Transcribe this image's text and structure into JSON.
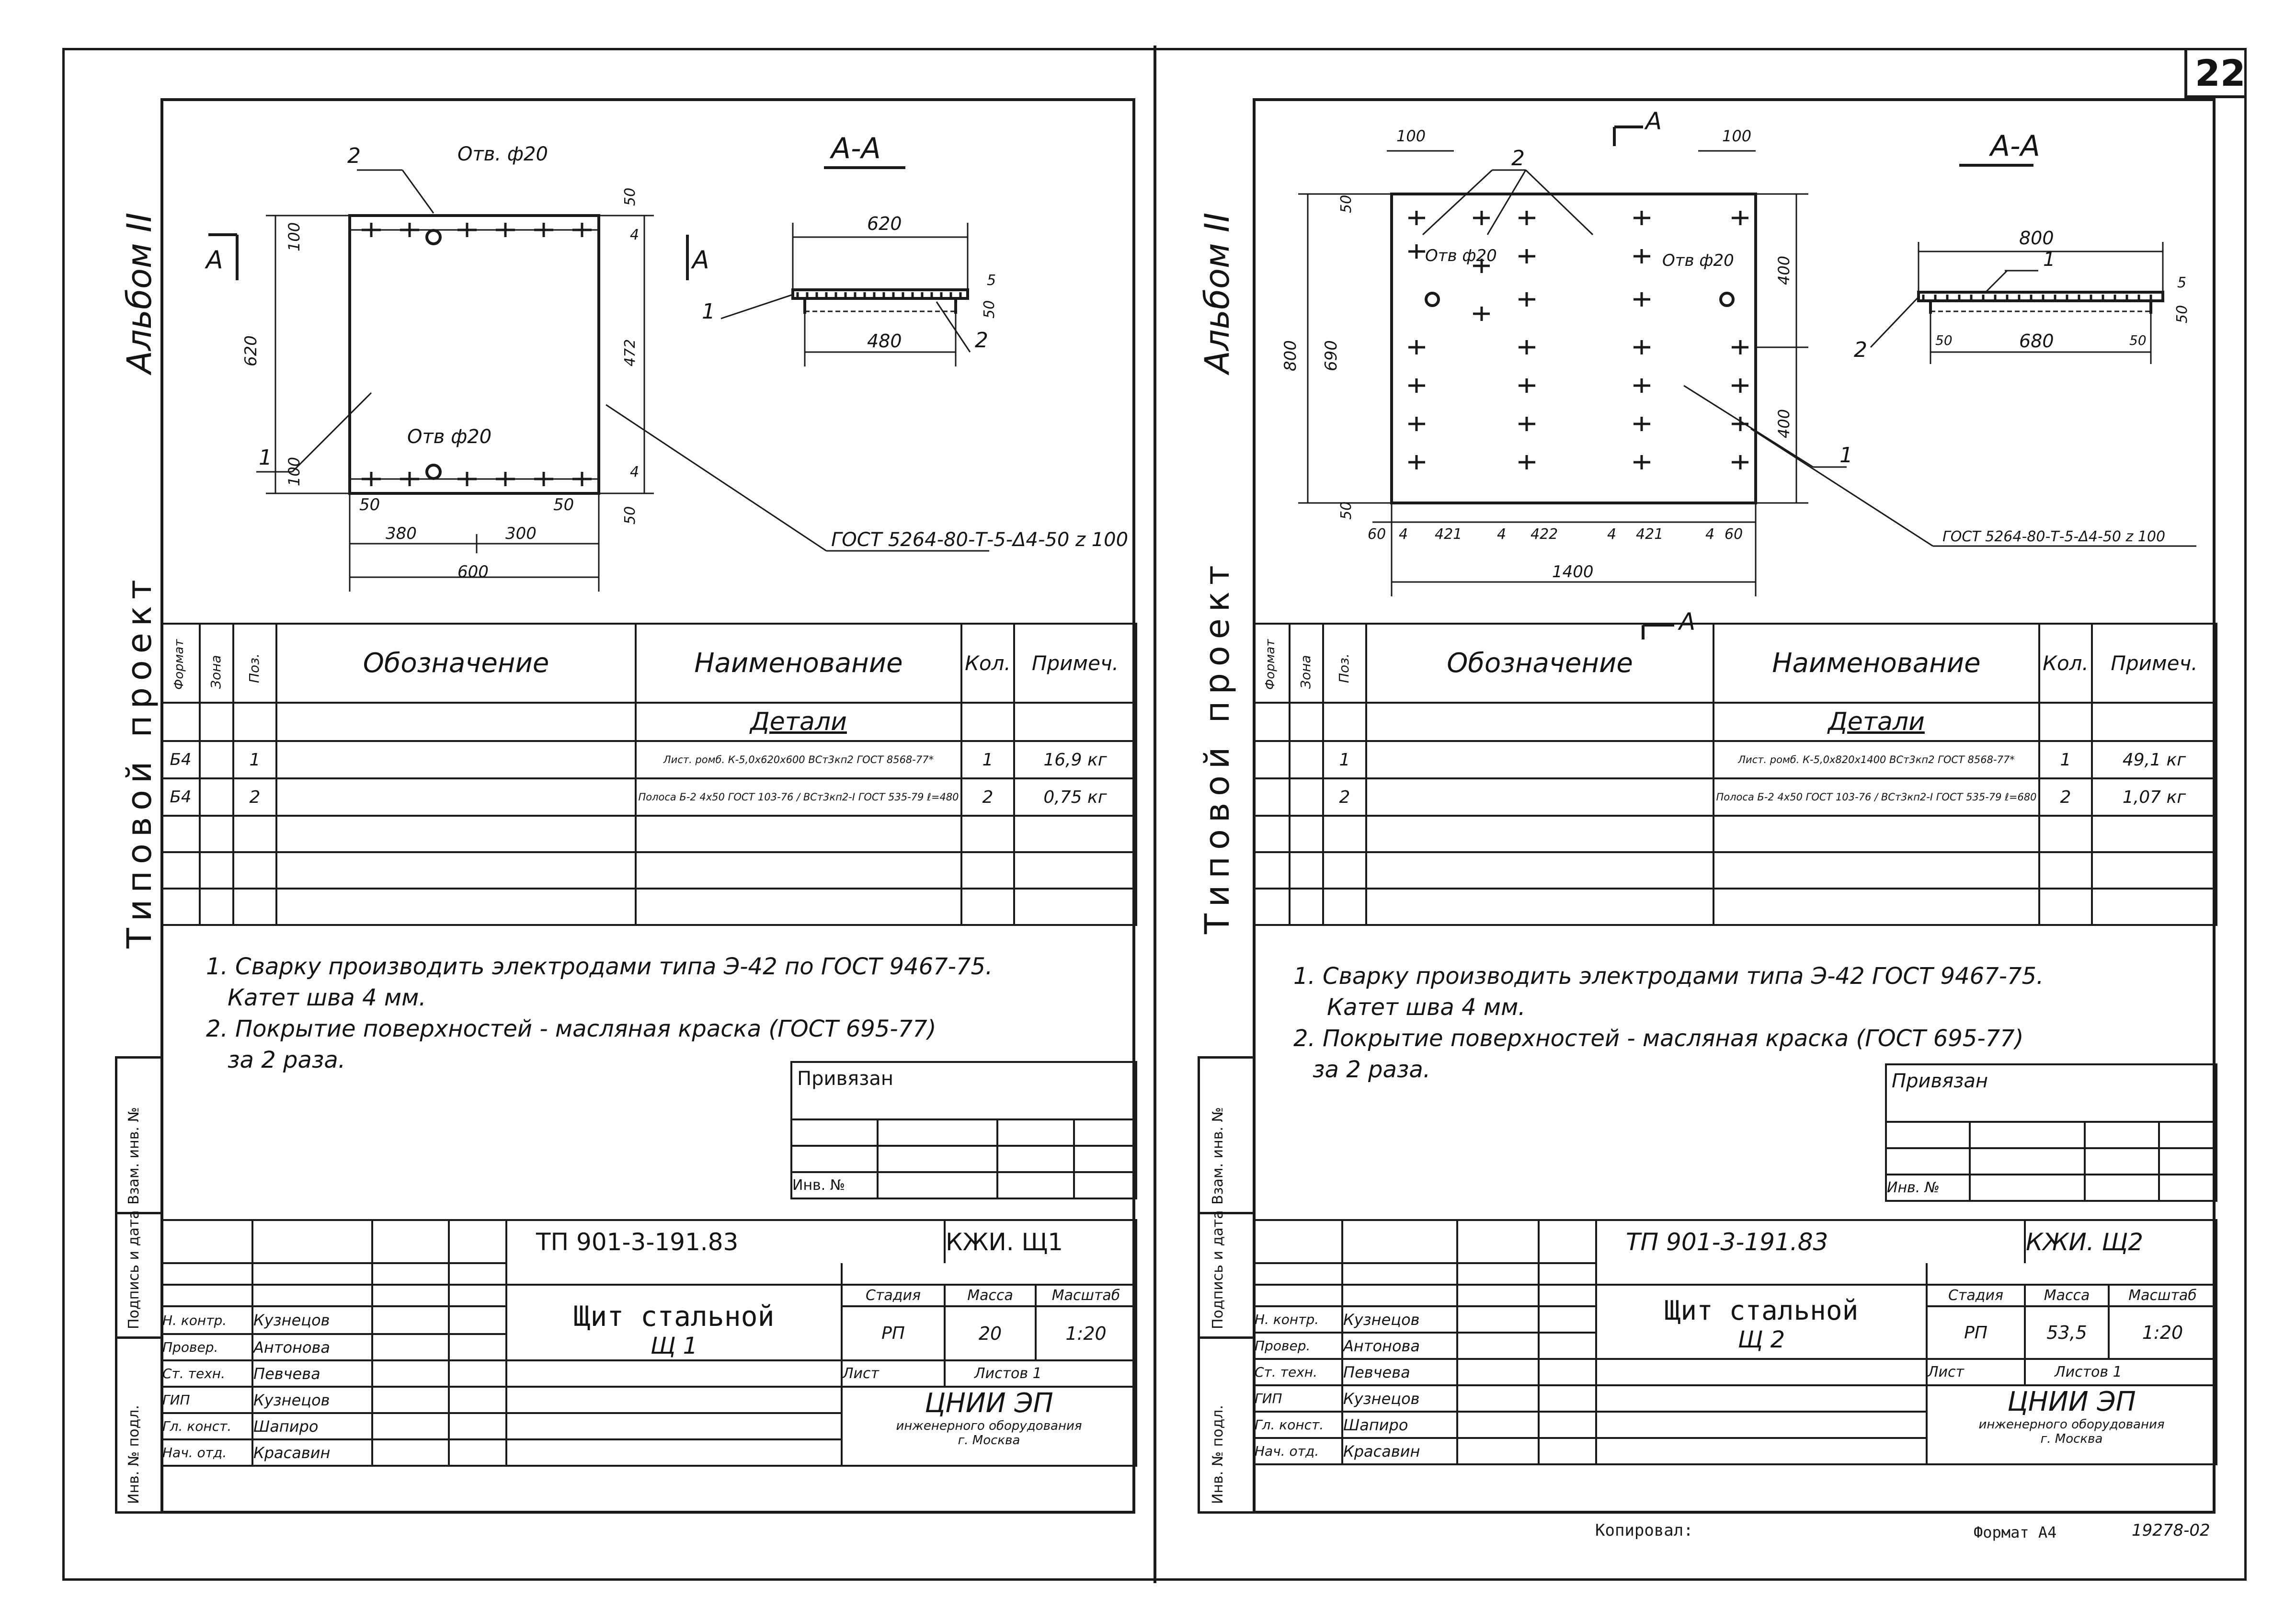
{
  "page_number": "22",
  "album_label": "Альбом II",
  "project_label": "Типовой проект",
  "left_margin_labels": [
    "Инв. № подл.",
    "Подпись и дата",
    "Взам. инв. №"
  ],
  "sheets": [
    {
      "drawing": {
        "section_label": "А-А",
        "cut_mark": "А",
        "pos1": "1",
        "pos2": "2",
        "hole_label_top": "Отв. ф20",
        "hole_label_bottom": "Отв ф20",
        "dims": {
          "top_edge": "50",
          "d100a": "100",
          "height": "620",
          "d100b": "100",
          "side4a": "4",
          "side472": "472",
          "side4b": "4",
          "bottom50": "50",
          "left50": "50",
          "right50": "50",
          "d380": "380",
          "d300": "300",
          "width": "600",
          "section_width": "620",
          "section_inner": "480",
          "section_t": "5",
          "section_h": "50"
        },
        "gost_note": "ГОСТ 5264-80-Т-5-Δ4-50 z 100"
      },
      "spec": {
        "headers": [
          "Формат",
          "Зона",
          "Поз.",
          "Обозначение",
          "Наименование",
          "Кол.",
          "Примеч."
        ],
        "section_title": "Детали",
        "rows": [
          {
            "format": "Б4",
            "pos": "1",
            "name": "Лист. ромб. К-5,0х620х600 ВСт3кп2 ГОСТ 8568-77*",
            "qty": "1",
            "note": "16,9 кг"
          },
          {
            "format": "Б4",
            "pos": "2",
            "name": "Полоса Б-2 4х50 ГОСТ 103-76 / ВСт3кп2-I ГОСТ 535-79 ℓ=480",
            "qty": "2",
            "note": "0,75 кг"
          }
        ]
      },
      "notes": [
        "1. Сварку производить электродами типа Э-42 по ГОСТ 9467-75.",
        "Катет шва 4 мм.",
        "2. Покрытие поверхностей - масляная краска (ГОСТ 695-77)",
        "за 2 раза."
      ],
      "privyazan": "Привязан",
      "inv_no": "Инв. №",
      "title_block": {
        "code": "ТП 901-3-191.83",
        "sheet_code": "КЖИ. Щ1",
        "name_line1": "Щит стальной",
        "name_line2": "Щ 1",
        "stage_header": "Стадия",
        "mass_header": "Масса",
        "scale_header": "Масштаб",
        "stage": "РП",
        "mass": "20",
        "scale": "1:20",
        "sheet_label": "Лист",
        "sheets_label": "Листов 1",
        "org_line1": "ЦНИИ ЭП",
        "org_line2": "инженерного оборудования",
        "org_line3": "г. Москва",
        "roles": [
          {
            "role": "Н. контр.",
            "name": "Кузнецов"
          },
          {
            "role": "Провер.",
            "name": "Антонова"
          },
          {
            "role": "Ст. техн.",
            "name": "Певчева"
          },
          {
            "role": "ГИП",
            "name": "Кузнецов"
          },
          {
            "role": "Гл. конст.",
            "name": "Шапиро"
          },
          {
            "role": "Нач. отд.",
            "name": "Красавин"
          }
        ]
      }
    },
    {
      "drawing": {
        "section_label": "А-А",
        "cut_mark": "А",
        "pos1": "1",
        "pos2": "2",
        "hole_label_a": "Отв ф20",
        "hole_label_b": "Отв ф20",
        "dims": {
          "top100a": "100",
          "top100b": "100",
          "top50": "50",
          "height": "800",
          "inner": "690",
          "bottom50": "50",
          "right400a": "400",
          "right400b": "400",
          "left60": "60",
          "s4a": "4",
          "s421a": "421",
          "s4b": "4",
          "s422": "422",
          "s4c": "4",
          "s421b": "421",
          "s4d": "4",
          "s60": "60",
          "width": "1400",
          "section_width": "800",
          "section_inner": "680",
          "section_l50": "50",
          "section_r50": "50",
          "section_t": "5",
          "section_h": "50"
        },
        "gost_note": "ГОСТ 5264-80-Т-5-Δ4-50 z 100"
      },
      "spec": {
        "headers": [
          "Формат",
          "Зона",
          "Поз.",
          "Обозначение",
          "Наименование",
          "Кол.",
          "Примеч."
        ],
        "section_title": "Детали",
        "rows": [
          {
            "format": "",
            "pos": "1",
            "name": "Лист. ромб. К-5,0х820х1400 ВСт3кп2 ГОСТ 8568-77*",
            "qty": "1",
            "note": "49,1 кг"
          },
          {
            "format": "",
            "pos": "2",
            "name": "Полоса Б-2 4х50 ГОСТ 103-76 / ВСт3кп2-I ГОСТ 535-79 ℓ=680",
            "qty": "2",
            "note": "1,07 кг"
          }
        ]
      },
      "notes": [
        "1. Сварку производить электродами типа Э-42 ГОСТ 9467-75.",
        "Катет шва 4 мм.",
        "2. Покрытие поверхностей - масляная краска (ГОСТ 695-77)",
        "за 2 раза."
      ],
      "privyazan": "Привязан",
      "inv_no": "Инв. №",
      "title_block": {
        "code": "ТП 901-3-191.83",
        "sheet_code": "КЖИ. Щ2",
        "name_line1": "Щит стальной",
        "name_line2": "Щ 2",
        "stage_header": "Стадия",
        "mass_header": "Масса",
        "scale_header": "Масштаб",
        "stage": "РП",
        "mass": "53,5",
        "scale": "1:20",
        "sheet_label": "Лист",
        "sheets_label": "Листов 1",
        "org_line1": "ЦНИИ ЭП",
        "org_line2": "инженерного оборудования",
        "org_line3": "г. Москва",
        "roles": [
          {
            "role": "Н. контр.",
            "name": "Кузнецов"
          },
          {
            "role": "Провер.",
            "name": "Антонова"
          },
          {
            "role": "Ст. техн.",
            "name": "Певчева"
          },
          {
            "role": "ГИП",
            "name": "Кузнецов"
          },
          {
            "role": "Гл. конст.",
            "name": "Шапиро"
          },
          {
            "role": "Нач. отд.",
            "name": "Красавин"
          }
        ]
      }
    }
  ],
  "bottom_copy": "Копировал:",
  "bottom_format": "Формат А4",
  "bottom_number": "19278-02"
}
